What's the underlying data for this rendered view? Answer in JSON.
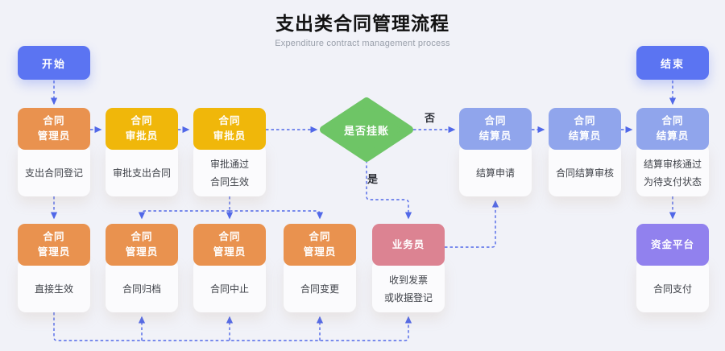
{
  "header": {
    "title": "支出类合同管理流程",
    "subtitle": "Expenditure contract management process"
  },
  "colors": {
    "arrow": "#5168e8",
    "node_blue": "#5b74f2",
    "diamond_green": "#6ec566"
  },
  "terminals": {
    "start": "开始",
    "end": "结束"
  },
  "decision": {
    "label": "是否挂账",
    "yes": "是",
    "no": "否"
  },
  "cards": [
    {
      "role": "合同\n管理员",
      "task": "支出合同登记",
      "color": "#e9924f"
    },
    {
      "role": "合同\n审批员",
      "task": "审批支出合同",
      "color": "#f0b70a"
    },
    {
      "role": "合同\n审批员",
      "task": "审批通过\n合同生效",
      "color": "#f0b70a"
    },
    {
      "role": "合同\n结算员",
      "task": "结算申请",
      "color": "#90a5ec"
    },
    {
      "role": "合同\n结算员",
      "task": "合同结算审核",
      "color": "#90a5ec"
    },
    {
      "role": "合同\n结算员",
      "task": "结算审核通过\n为待支付状态",
      "color": "#90a5ec"
    },
    {
      "role": "合同\n管理员",
      "task": "直接生效",
      "color": "#e9924f"
    },
    {
      "role": "合同\n管理员",
      "task": "合同归档",
      "color": "#e9924f"
    },
    {
      "role": "合同\n管理员",
      "task": "合同中止",
      "color": "#e9924f"
    },
    {
      "role": "合同\n管理员",
      "task": "合同变更",
      "color": "#e9924f"
    },
    {
      "role": "业务员",
      "task": "收到发票\n或收据登记",
      "color": "#dc8392"
    },
    {
      "role": "资金平台",
      "task": "合同支付",
      "color": "#9181ee"
    }
  ]
}
